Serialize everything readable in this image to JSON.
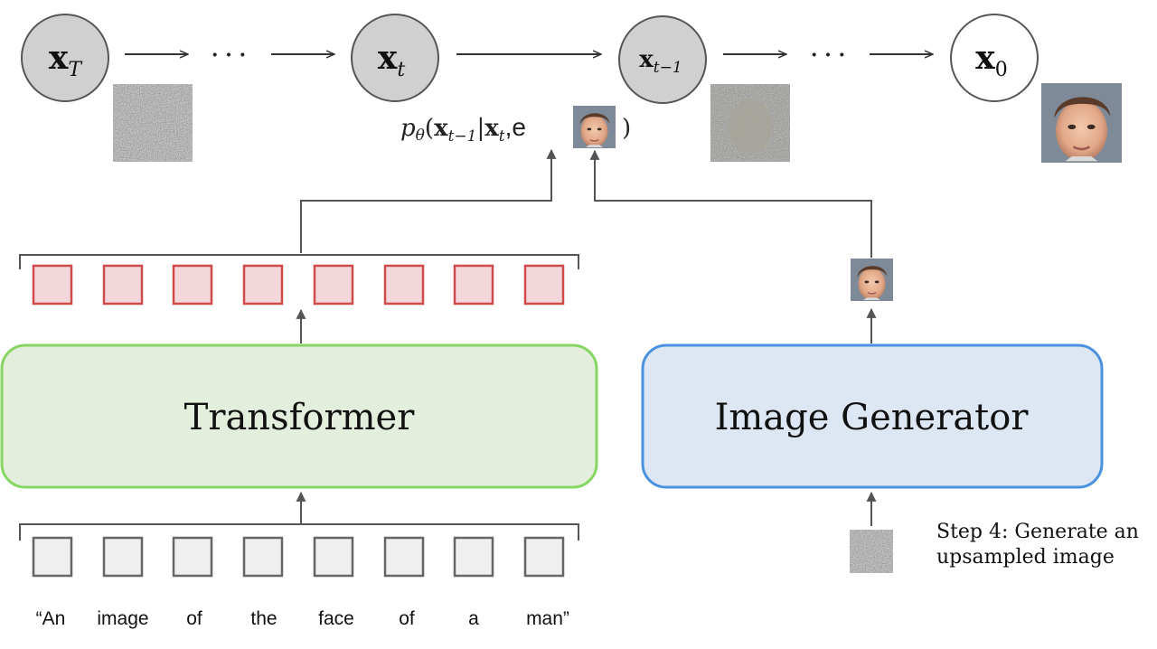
{
  "diffusion_chain": {
    "nodes": [
      {
        "base": "x",
        "sub": "T"
      },
      {
        "base": "x",
        "sub": "t"
      },
      {
        "base": "x",
        "sub": "t−1"
      },
      {
        "base": "x",
        "sub": "0"
      }
    ],
    "ellipsis": "· · ·"
  },
  "formula": {
    "p": "p",
    "theta": "θ",
    "open": "(",
    "x": "x",
    "sub_prev": "t−1",
    "bar": "|",
    "sub_t": "t",
    "comma_e": ",e",
    "close": ")"
  },
  "blocks": {
    "transformer_label": "Transformer",
    "generator_label": "Image Generator"
  },
  "step_note": {
    "line1": "Step 4: Generate an",
    "line2": "upsampled image"
  },
  "caption_words": [
    "“An",
    "image",
    "of",
    "the",
    "face",
    "of",
    "a",
    "man”"
  ],
  "colors": {
    "node_gray": "#d0d0d0",
    "token_red_fill": "#f4d7da",
    "token_red_stroke": "#cf4a4a",
    "token_gray_fill": "#efefef",
    "token_gray_stroke": "#666666",
    "transformer_fill": "#e4eedc",
    "transformer_stroke": "#86d664",
    "generator_fill": "#dde7f4",
    "generator_stroke": "#4a92e0"
  }
}
